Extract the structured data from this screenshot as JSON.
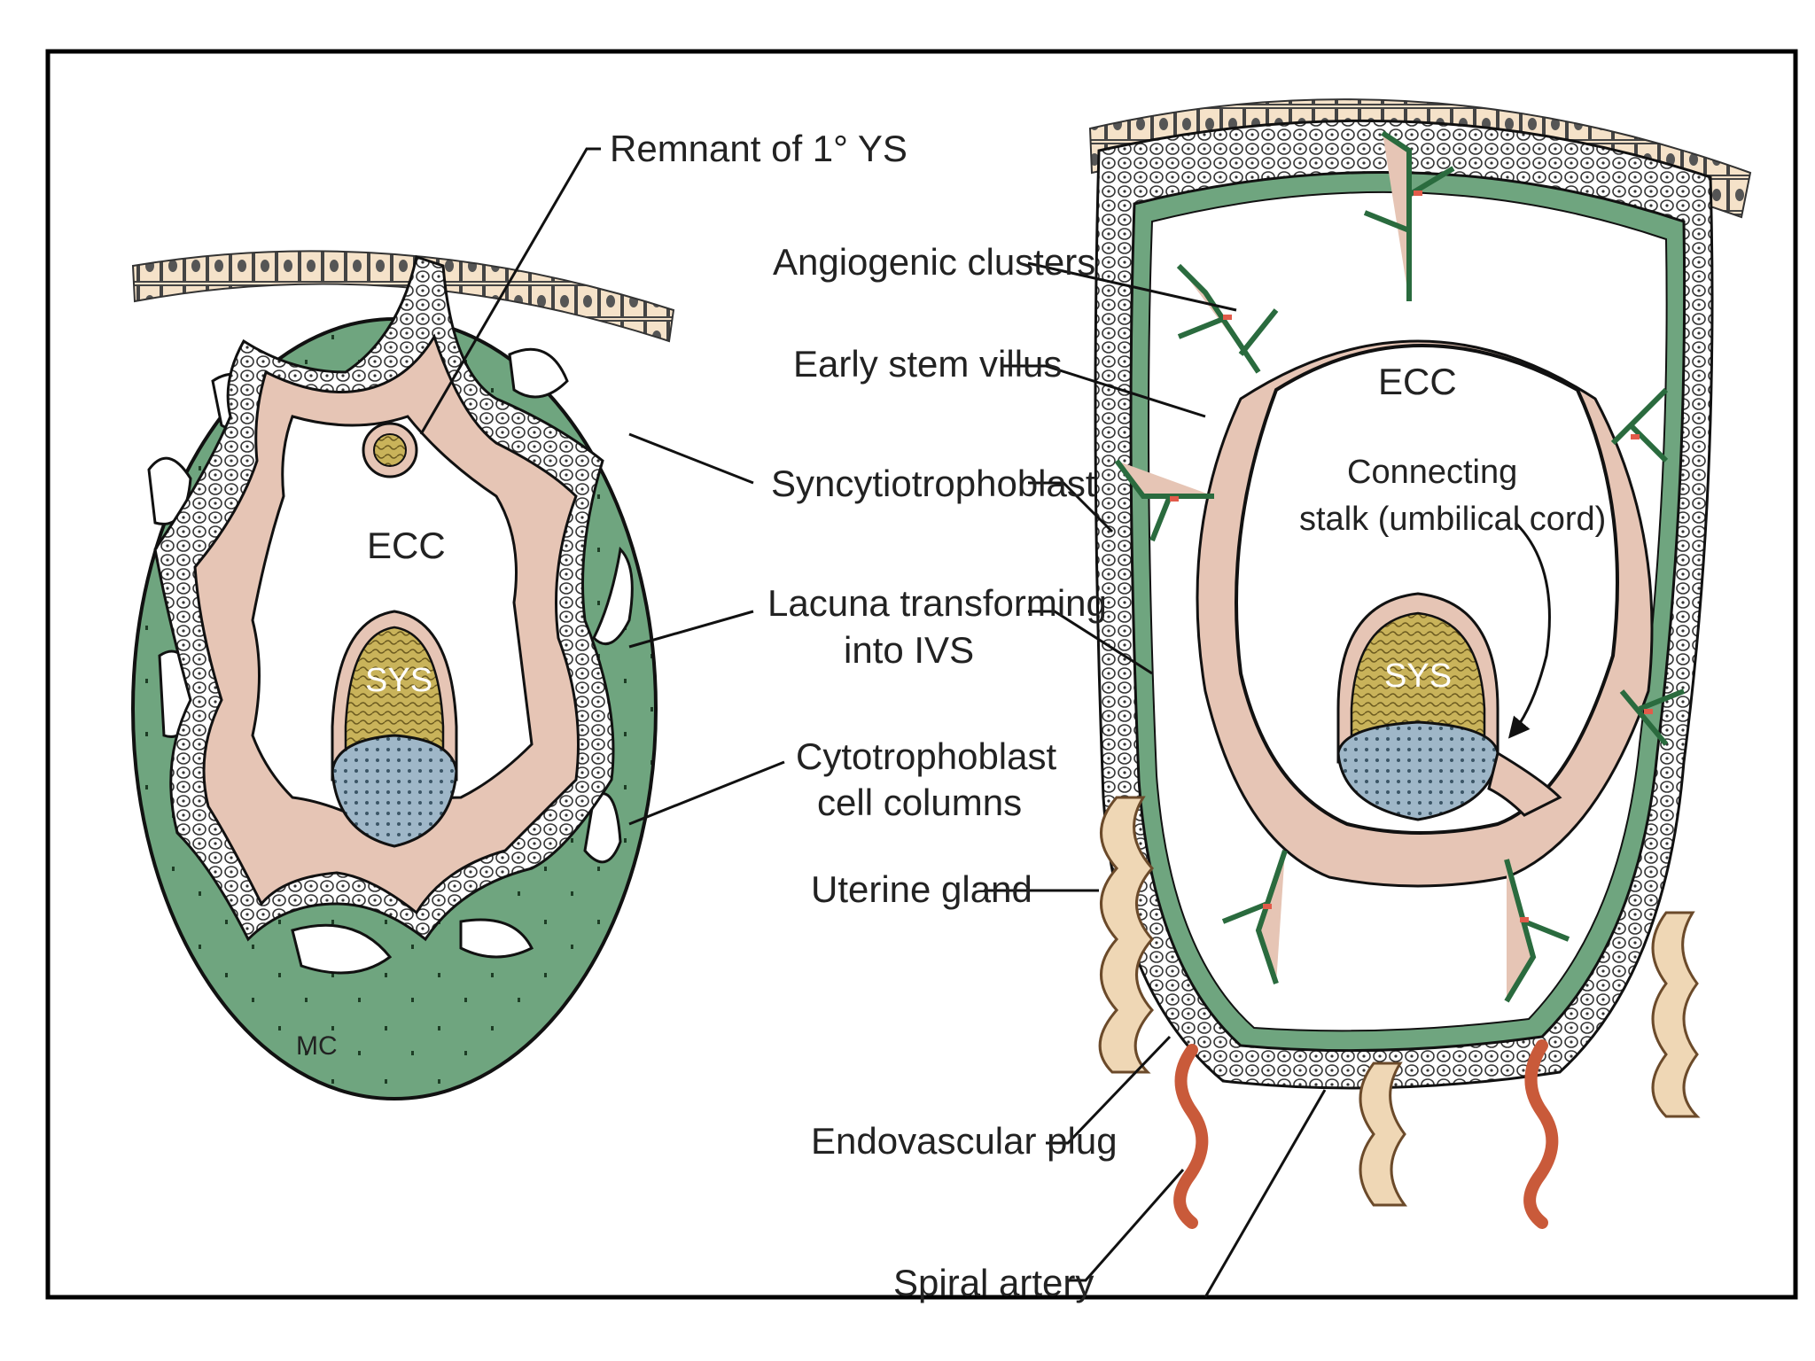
{
  "colors": {
    "syncytiotrophoblast": "#6fa57f",
    "mesoderm": "#e6c5b5",
    "yolk_sac": "#c9b35a",
    "embryo_disc": "#9fb7c8",
    "artery": "#c95a3a",
    "gland": "#efd7b5",
    "epithelium": "#f5e2c9",
    "frame": "#000000"
  },
  "labels": {
    "remnant_ys": "Remnant of 1° YS",
    "ecc_left": "ECC",
    "sys_left": "SYS",
    "mc": "MC",
    "angiogenic_clusters": "Angiogenic clusters",
    "early_stem_villus": "Early stem villus",
    "syncytiotrophoblast": "Syncytiotrophoblast",
    "lacuna_line1": "Lacuna transforming",
    "lacuna_line2": "into IVS",
    "cyto_line1": "Cytotrophoblast",
    "cyto_line2": "cell columns",
    "uterine_gland": "Uterine gland",
    "endovascular_plug": "Endovascular plug",
    "spiral_artery": "Spiral artery",
    "ecc_right": "ECC",
    "connecting_line1": "Connecting",
    "connecting_line2": "stalk (umbilical cord)",
    "sys_right": "SYS"
  }
}
